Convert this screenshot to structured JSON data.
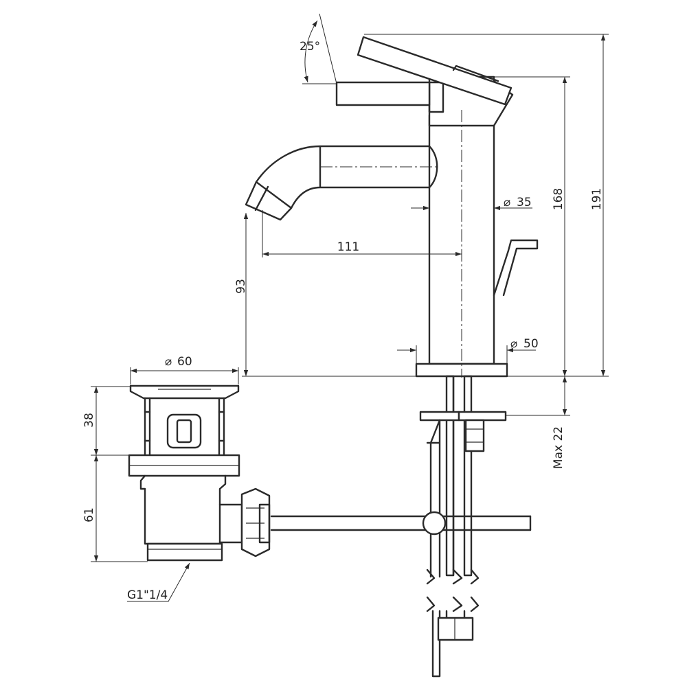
{
  "dimensions": {
    "handle_angle": "25°",
    "spout_reach": "111",
    "spout_height": "93",
    "body_diameter": "35",
    "base_diameter": "50",
    "body_height": "168",
    "total_height": "191",
    "max_deck": "Max 22",
    "waste_diameter": "60",
    "waste_upper": "38",
    "waste_lower": "61",
    "waste_thread": "G1\"1/4"
  },
  "symbols": {
    "diameter": "⌀"
  }
}
